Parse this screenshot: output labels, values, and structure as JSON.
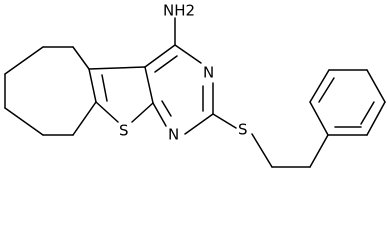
{
  "molecule": {
    "atom_labels": {
      "amino": "NH2",
      "n_ring_upper": "N",
      "n_ring_lower": "N",
      "s_thiophene": "S",
      "s_thioether": "S"
    }
  },
  "colors": {
    "bond": "#000000",
    "label": "#000000",
    "background": "#ffffff"
  }
}
